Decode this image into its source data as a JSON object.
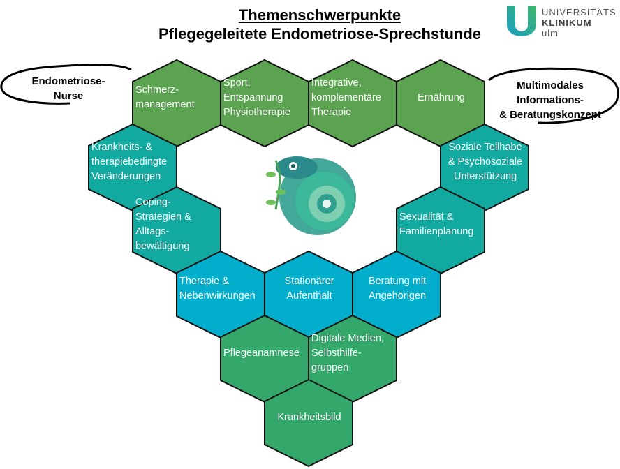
{
  "title": {
    "line1": "Themenschwerpunkte",
    "line2": "Pflegegeleitete Endometriose-Sprechstunde"
  },
  "logo": {
    "line1": "UNIVERSITÄTS",
    "line2": "KLINIKUM",
    "line3": "ulm"
  },
  "left_oval": {
    "lines": [
      "Endometriose-",
      "Nurse"
    ]
  },
  "right_oval": {
    "lines": [
      "Multimodales",
      "Informations-",
      "& Beratungskonzept"
    ]
  },
  "colors": {
    "green": "#5ba350",
    "teal": "#12aaa0",
    "blue": "#02aecb",
    "mint": "#33a86a"
  },
  "hexes": [
    {
      "lines": [
        "Schmerz-",
        "management"
      ],
      "color": "green"
    },
    {
      "lines": [
        "Sport,",
        "Entspannung",
        "Physiotherapie"
      ],
      "color": "green"
    },
    {
      "lines": [
        "Integrative,",
        "komplementäre",
        "Therapie"
      ],
      "color": "green"
    },
    {
      "lines": [
        "Ernährung"
      ],
      "color": "green"
    },
    {
      "lines": [
        "Krankheits- &",
        "therapiebedingte",
        "Veränderungen"
      ],
      "color": "teal"
    },
    {
      "lines": [
        "Soziale Teilhabe",
        "& Psychosoziale",
        "Unterstützung"
      ],
      "color": "teal"
    },
    {
      "lines": [
        "Coping-",
        "Strategien &",
        "Alltags-",
        "bewältigung"
      ],
      "color": "teal"
    },
    {
      "lines": [
        "Sexualität &",
        "Familienplanung"
      ],
      "color": "teal"
    },
    {
      "lines": [
        "Therapie &",
        "Nebenwirkungen"
      ],
      "color": "blue"
    },
    {
      "lines": [
        "Stationärer",
        "Aufenthalt"
      ],
      "color": "blue"
    },
    {
      "lines": [
        "Beratung mit",
        "Angehörigen"
      ],
      "color": "blue"
    },
    {
      "lines": [
        "Pflegeanamnese"
      ],
      "color": "mint"
    },
    {
      "lines": [
        "Digitale Medien,",
        "Selbsthilfe-",
        "gruppen"
      ],
      "color": "mint"
    },
    {
      "lines": [
        "Krankheitsbild"
      ],
      "color": "mint"
    }
  ]
}
